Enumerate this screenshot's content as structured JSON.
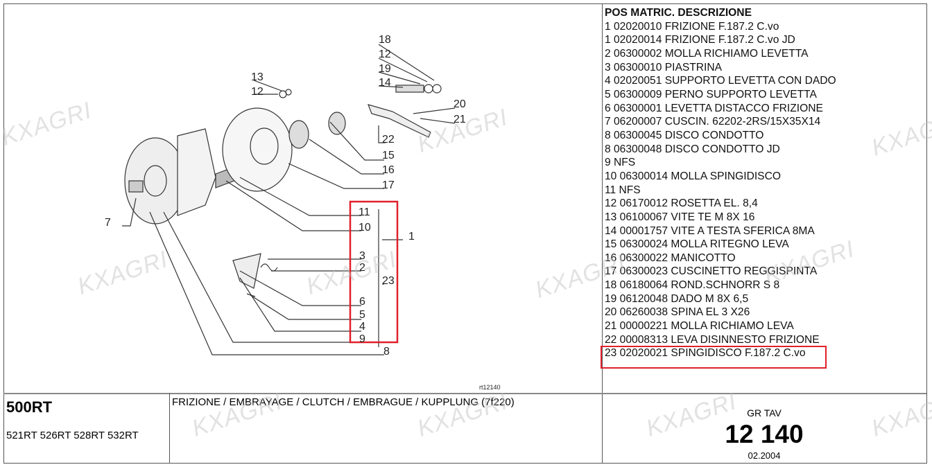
{
  "parts_list": {
    "header": "POS MATRIC. DESCRIZIONE",
    "rows": [
      "1 02020010 FRIZIONE F.187.2 C.vo",
      "1 02020014 FRIZIONE F.187.2 C.vo JD",
      "2 06300002 MOLLA RICHIAMO LEVETTA",
      "3 06300010 PIASTRINA",
      "4 02020051 SUPPORTO LEVETTA CON DADO",
      "5 06300009 PERNO SUPPORTO LEVETTA",
      "6 06300001 LEVETTA DISTACCO FRIZIONE",
      "7 06200007 CUSCIN. 62202-2RS/15X35X14",
      "8 06300045 DISCO CONDOTTO",
      "8 06300048 DISCO CONDOTTO JD",
      "9 NFS",
      "10 06300014 MOLLA SPINGIDISCO",
      "11 NFS",
      "12 06170012 ROSETTA EL. 8,4",
      "13 06100067 VITE TE M 8X 16",
      "14 00001757 VITE A TESTA SFERICA 8MA",
      "15 06300024 MOLLA RITEGNO LEVA",
      "16 06300022 MANICOTTO",
      "17 06300023 CUSCINETTO REGGISPINTA",
      "18 06180064 ROND.SCHNORR S 8",
      "19 06120048 DADO M 8X 6,5",
      "20 06260038 SPINA EL 3 X26",
      "21 00000221 MOLLA RICHIAMO LEVA",
      "22 00008313 LEVA DISINNESTO FRIZIONE",
      "23 02020021 SPINGIDISCO F.187.2 C.vo"
    ]
  },
  "drawing": {
    "ref": "rt12140",
    "callouts": [
      "18",
      "12",
      "19",
      "14",
      "20",
      "21",
      "22",
      "15",
      "16",
      "17",
      "13",
      "12",
      "7",
      "11",
      "10",
      "1",
      "3",
      "2",
      "23",
      "6",
      "5",
      "4",
      "9",
      "8"
    ]
  },
  "footer": {
    "model": "500RT",
    "variants": "521RT 526RT 528RT 532RT",
    "title": "FRIZIONE / EMBRAYAGE / CLUTCH / EMBRAGUE / KUPPLUNG (7f220)",
    "gr_tav_label": "GR TAV",
    "gr_tav_number": "12 140",
    "date": "02.2004"
  },
  "watermark": "KXAGRI",
  "highlight_color": "#e0202a"
}
